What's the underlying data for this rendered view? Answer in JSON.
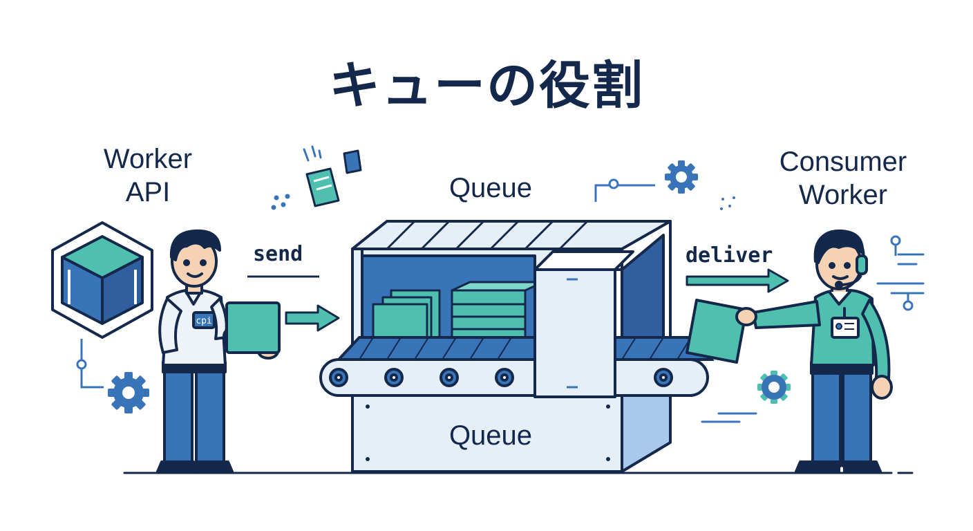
{
  "title": "キューの役割",
  "labels": {
    "producer": [
      "Worker",
      "API"
    ],
    "queue_top": "Queue",
    "consumer": [
      "Consumer",
      "Worker"
    ],
    "send": "send",
    "deliver": "deliver",
    "queue_machine": "Queue",
    "badge": "cpi"
  },
  "colors": {
    "navy": "#13284a",
    "blue": "#3a74b8",
    "teal": "#4fbfb0",
    "light_blue": "#e6eef8"
  }
}
